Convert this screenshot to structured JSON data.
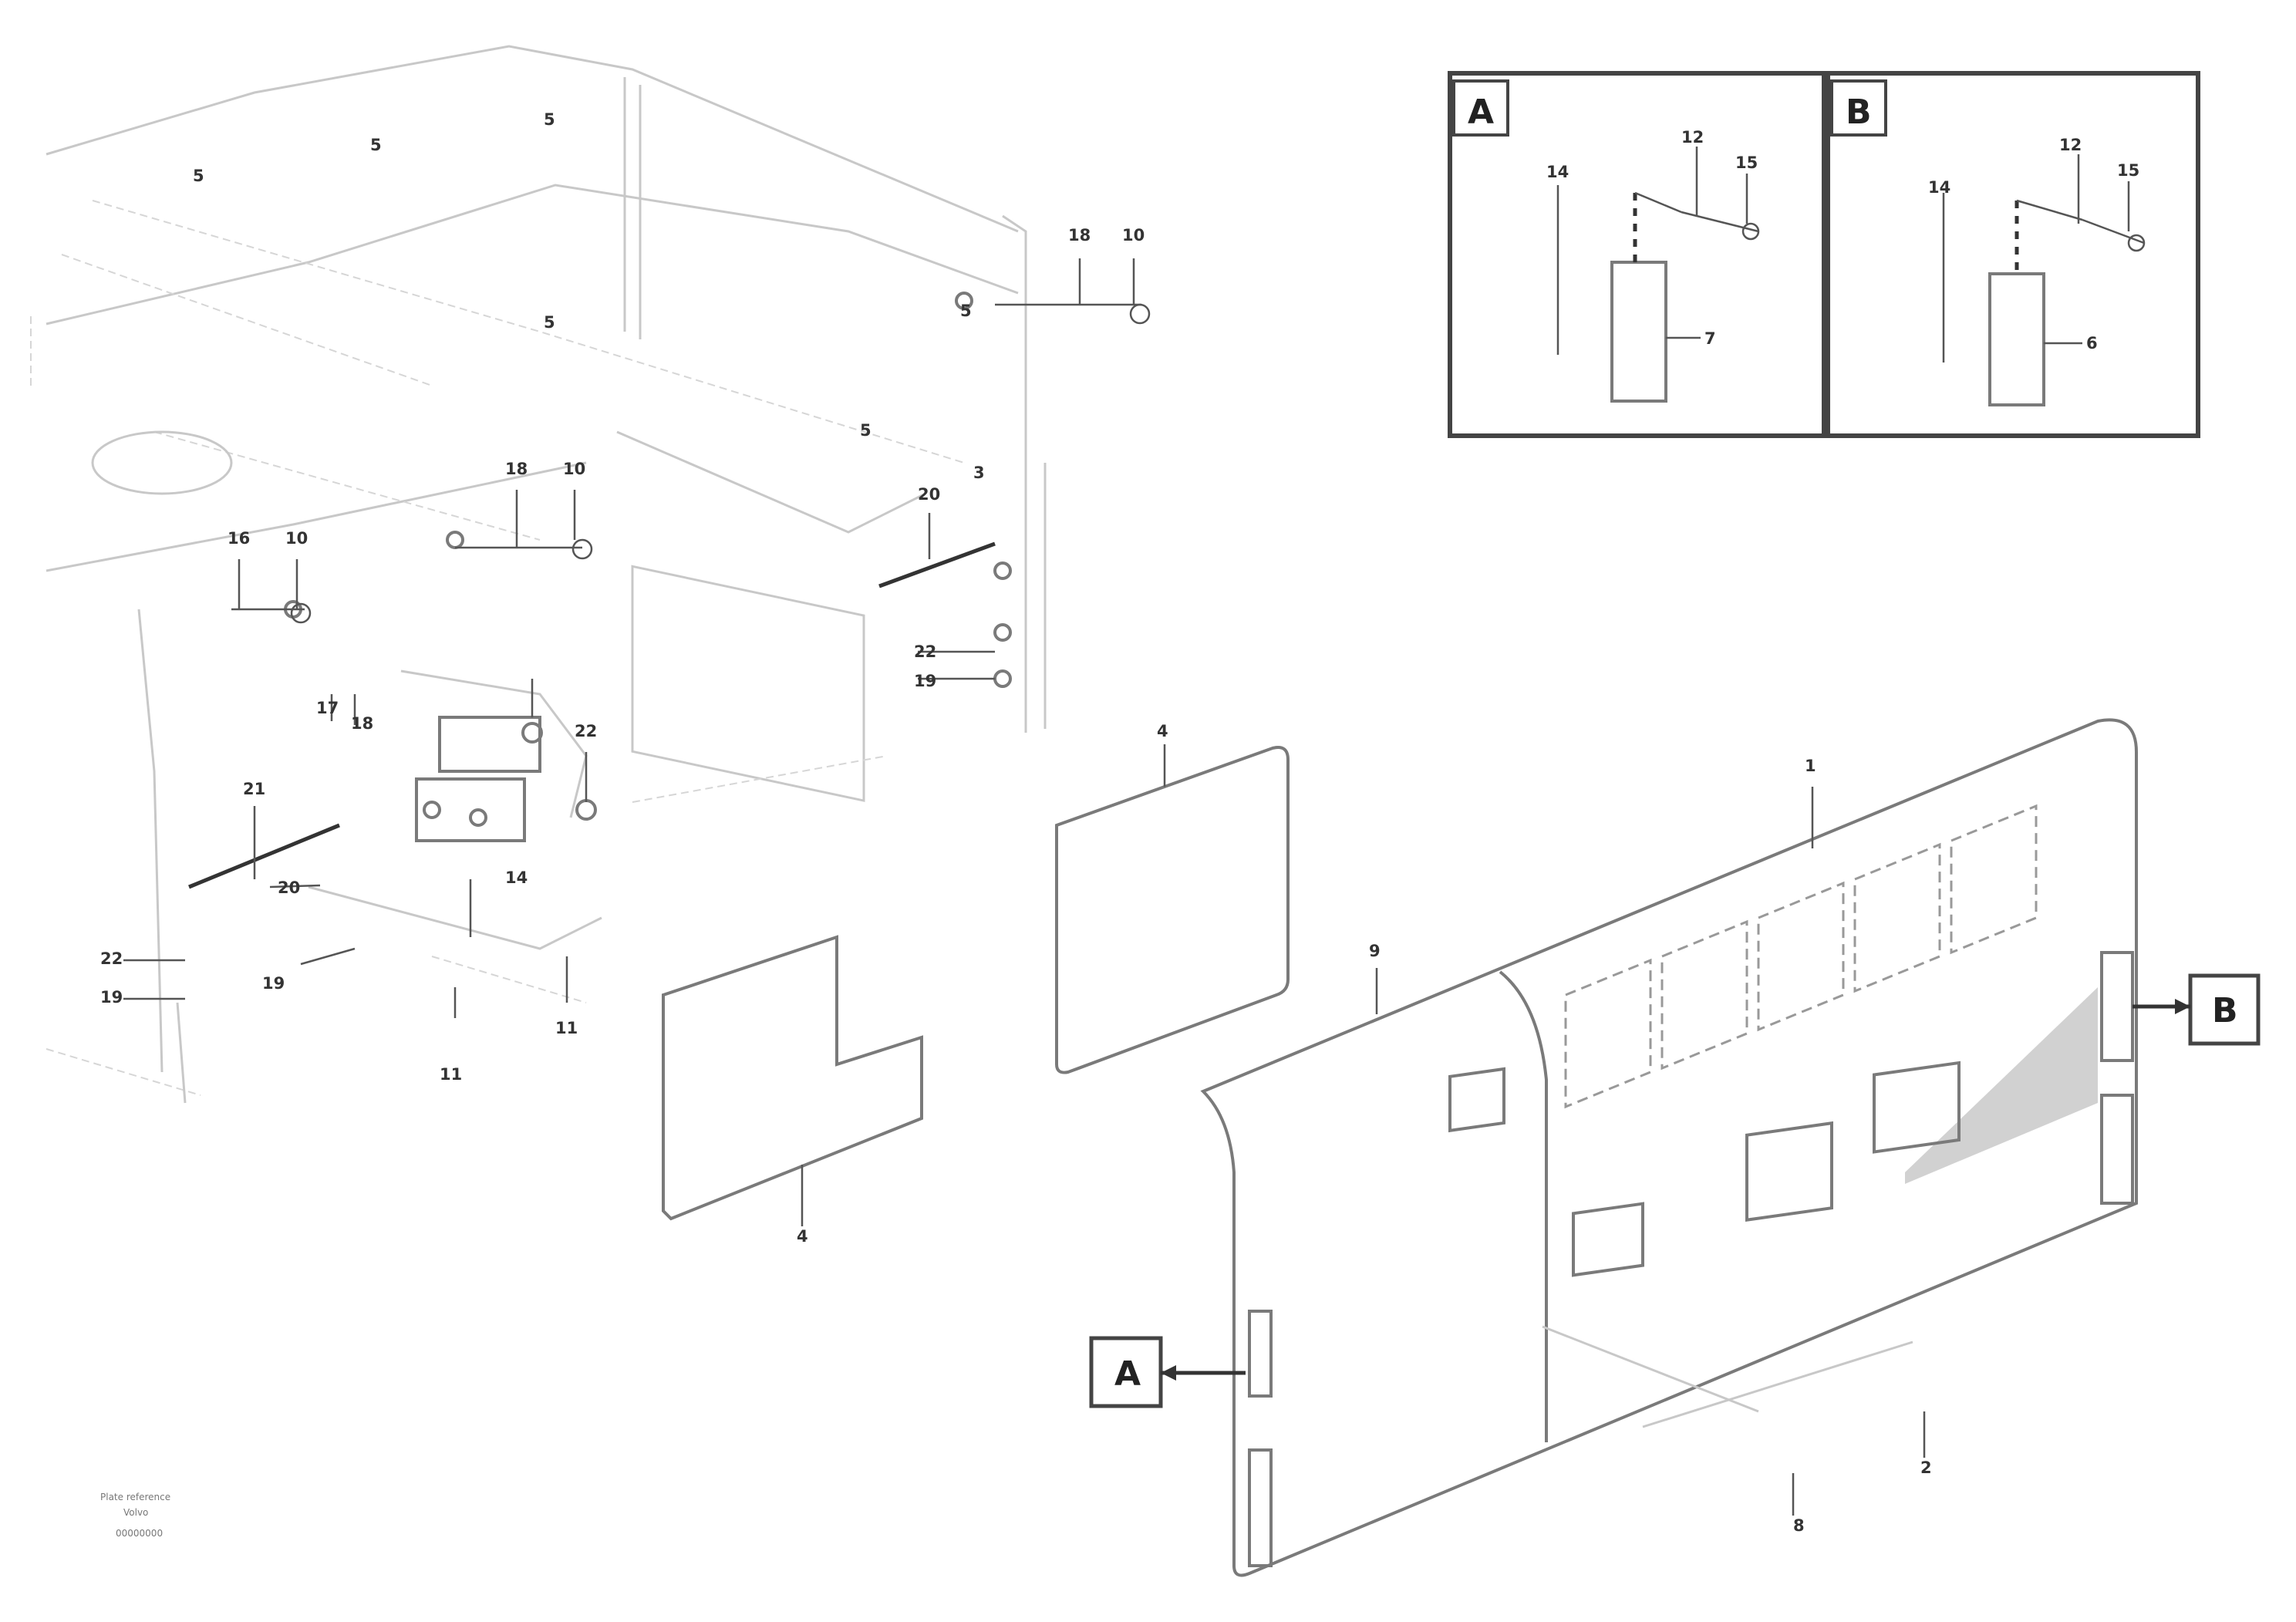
{
  "labels": {
    "detail_a": "A",
    "detail_b": "B",
    "ref_a": "A",
    "ref_b": "B"
  },
  "footer": {
    "line1": "Plate reference",
    "line2": "Volvo",
    "line3": "00000000"
  },
  "callouts": {
    "p1": "5",
    "p2": "5",
    "p3": "5",
    "p4": "5",
    "p5": "5",
    "p6": "5",
    "p7": "18",
    "p8": "10",
    "p9": "18",
    "p10": "10",
    "p11": "16",
    "p12": "10",
    "p13": "20",
    "p14": "3",
    "p15": "22",
    "p16": "19",
    "p17": "17",
    "p18": "18",
    "p19": "22",
    "p20": "21",
    "p21": "20",
    "p22": "14",
    "p23": "22",
    "p24": "19",
    "p25": "19",
    "p26": "11",
    "p27": "11",
    "p28": "4",
    "p29": "4",
    "p30": "1",
    "p31": "9",
    "p32": "2",
    "p33": "8",
    "a1": "14",
    "a2": "12",
    "a3": "15",
    "a4": "7",
    "b1": "14",
    "b2": "12",
    "b3": "15",
    "b4": "6"
  }
}
